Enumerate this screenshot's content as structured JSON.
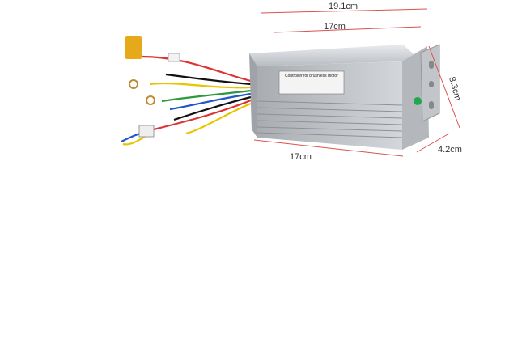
{
  "product": {
    "label_title": "Controller for brushless motor",
    "dimensions": {
      "overall_length": "19.1cm",
      "body_length_top": "17cm",
      "body_length_bottom": "17cm",
      "height": "8.3cm",
      "depth": "4.2cm"
    },
    "colors": {
      "dimension_line": "#d9534f",
      "housing": "#c9ccd0",
      "indicator": "#1fa84a"
    }
  }
}
